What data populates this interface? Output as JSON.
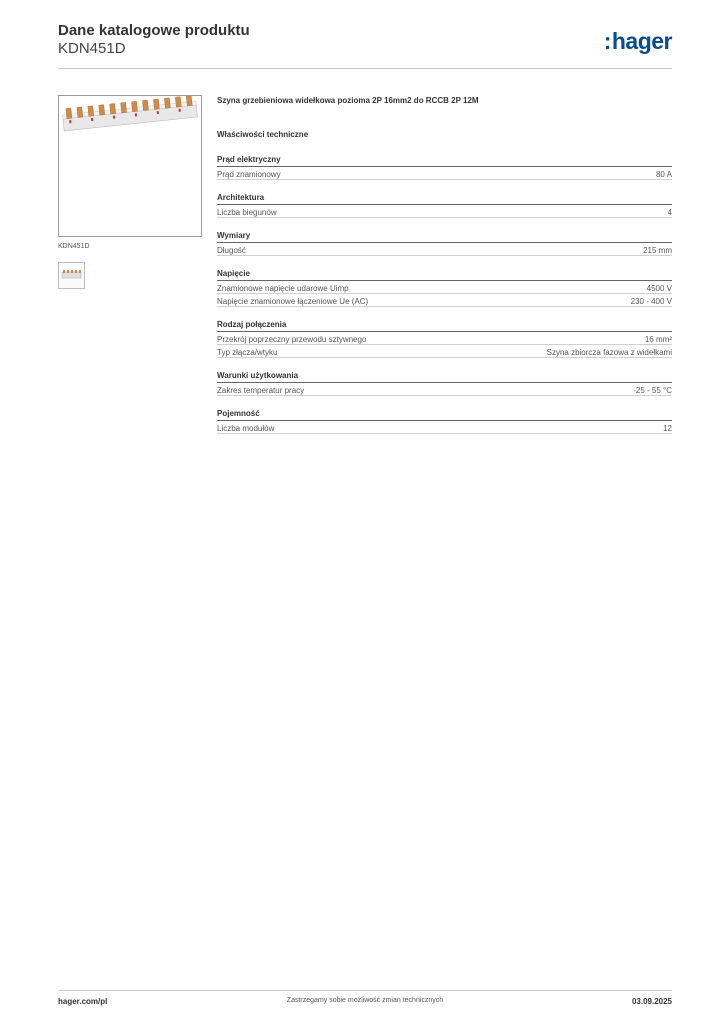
{
  "header": {
    "title": "Dane katalogowe produktu",
    "code": "KDN451D",
    "logo_text": "hager",
    "logo_color": "#0a4c8c"
  },
  "image": {
    "caption": "KDN451D",
    "alt_icon": "busbar-product-image"
  },
  "product": {
    "description": "Szyna grzebieniowa widełkowa pozioma 2P 16mm2 do RCCB 2P 12M",
    "properties_title": "Właściwości techniczne"
  },
  "sections": [
    {
      "title": "Prąd elektryczny",
      "rows": [
        {
          "label": "Prąd znamionowy",
          "value": "80 A"
        }
      ]
    },
    {
      "title": "Architektura",
      "rows": [
        {
          "label": "Liczba biegunów",
          "value": "4"
        }
      ]
    },
    {
      "title": "Wymiary",
      "rows": [
        {
          "label": "Długość",
          "value": "215 mm"
        }
      ]
    },
    {
      "title": "Napięcie",
      "rows": [
        {
          "label": "Znamionowe napięcie udarowe Uimp",
          "value": "4500 V"
        },
        {
          "label": "Napięcie znamionowe łączeniowe Ue (AC)",
          "value": "230 - 400 V"
        }
      ]
    },
    {
      "title": "Rodzaj połączenia",
      "rows": [
        {
          "label": "Przekrój poprzeczny przewodu sztywnego",
          "value": "16 mm²"
        },
        {
          "label": "Typ złącza/wtyku",
          "value": "Szyna zbiorcza fazowa z widełkami"
        }
      ]
    },
    {
      "title": "Warunki użytkowania",
      "rows": [
        {
          "label": "Zakres temperatur pracy",
          "value": "-25 - 55 °C"
        }
      ]
    },
    {
      "title": "Pojemność",
      "rows": [
        {
          "label": "Liczba modułów",
          "value": "12"
        }
      ]
    }
  ],
  "footer": {
    "website": "hager.com/pl",
    "disclaimer": "Zastrzegamy sobie możliwość zmian technicznych",
    "date": "03.09.2025"
  }
}
